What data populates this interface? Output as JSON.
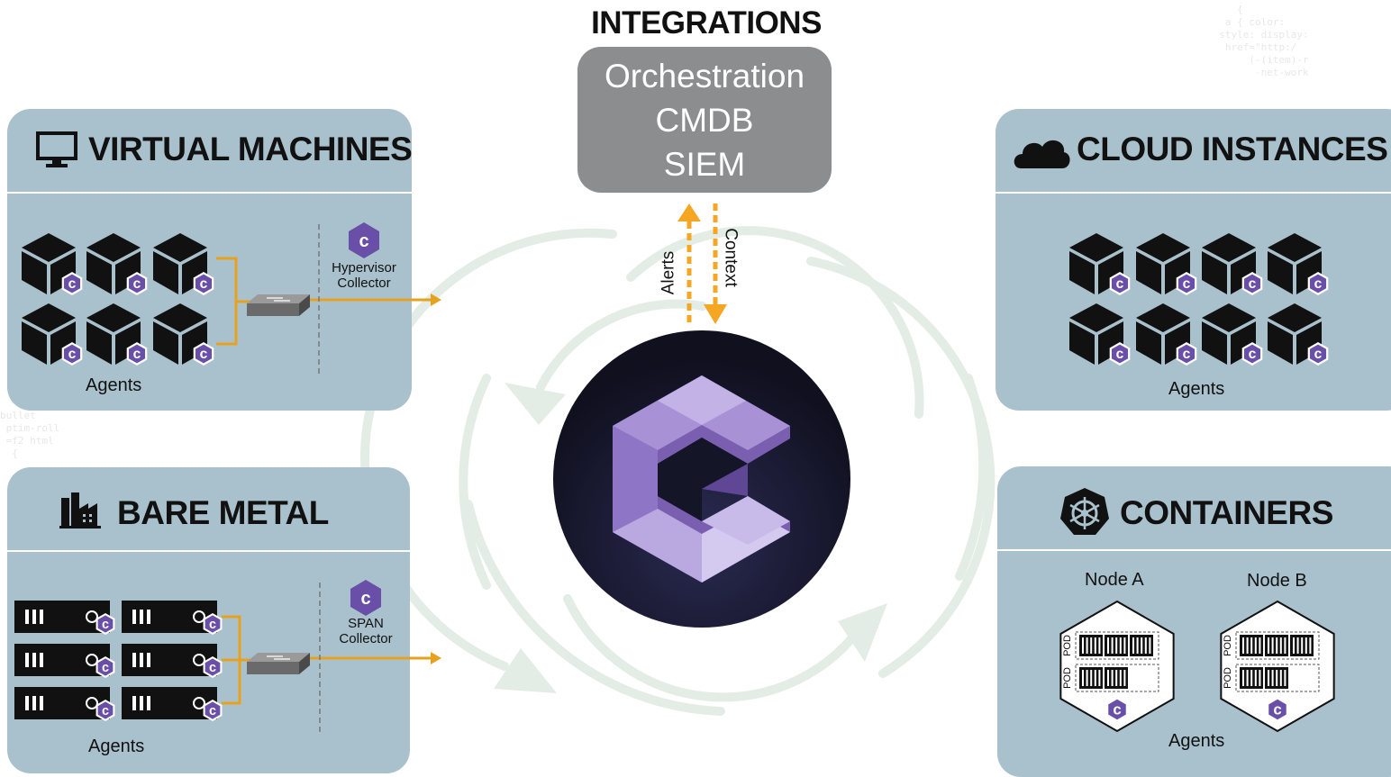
{
  "integrations": {
    "title": "INTEGRATIONS",
    "items": [
      "Orchestration",
      "CMDB",
      "SIEM"
    ]
  },
  "flows": {
    "up_label": "Alerts",
    "down_label": "Context"
  },
  "panels": {
    "virtual_machines": {
      "title": "VIRTUAL MACHINES",
      "collector_line1": "Hypervisor",
      "collector_line2": "Collector",
      "agents_label": "Agents"
    },
    "bare_metal": {
      "title": "BARE METAL",
      "collector_line1": "SPAN",
      "collector_line2": "Collector",
      "agents_label": "Agents"
    },
    "cloud_instances": {
      "title": "CLOUD INSTANCES",
      "agents_label": "Agents"
    },
    "containers": {
      "title": "CONTAINERS",
      "nodes": [
        {
          "label": "Node A",
          "pod_label": "POD"
        },
        {
          "label": "Node B",
          "pod_label": "POD"
        }
      ],
      "agents_label": "Agents"
    }
  },
  "colors": {
    "panel_bg": "#a9c1cc",
    "integration_box": "#8c8d8f",
    "arrow_orange": "#f5a623",
    "link_gold": "#e6a21e",
    "cycle_green": "#e3ece5",
    "logo_purple": "#7a5fb0",
    "core_bg": "#14142b"
  },
  "icons": [
    "monitor-icon",
    "factory-icon",
    "cloud-icon",
    "kubernetes-icon",
    "cube-icon",
    "server-icon",
    "network-switch-icon",
    "guardicore-logo-icon"
  ]
}
